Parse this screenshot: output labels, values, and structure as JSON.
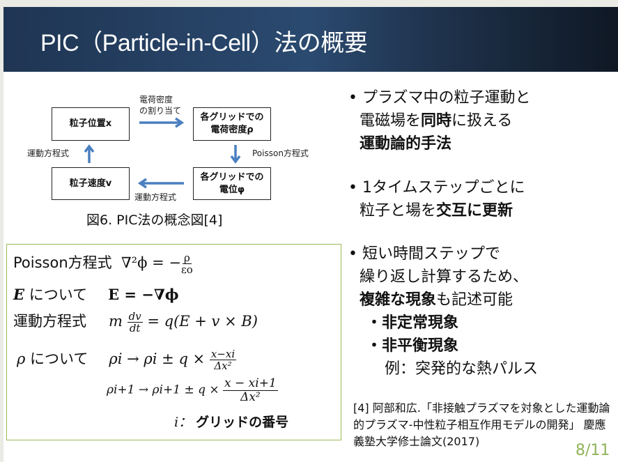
{
  "title": "PIC（Particle-in-Cell）法の概要",
  "diagram": {
    "box_position": "粒子位置x",
    "box_density_1": "各グリッドでの",
    "box_density_2": "電荷密度ρ",
    "box_velocity": "粒子速度v",
    "box_potential_1": "各グリッドでの",
    "box_potential_2": "電位φ",
    "label_assign_1": "電荷密度",
    "label_assign_2": "の割り当て",
    "label_poisson": "Poisson方程式",
    "label_motion_left": "運動方程式",
    "label_motion_bottom": "運動方程式",
    "caption": "図6. PIC法の概念図[4]",
    "arrow_color": "#4a7fc0"
  },
  "formulas": {
    "poisson_label": "Poisson方程式",
    "poisson_eq": "∇²ϕ = −",
    "poisson_num": "ρ",
    "poisson_den": "εo",
    "e_label_sym": "E",
    "e_label": "について",
    "e_eq": "E = −∇ϕ",
    "motion_label": "運動方程式",
    "motion_m": "m",
    "motion_num": "dv",
    "motion_den": "dt",
    "motion_rhs": "= q(E + v × B)",
    "rho_label_sym": "ρ",
    "rho_label": "について",
    "rho_i_eq": "ρi → ρi ± q ×",
    "rho_i_num": "x−xi",
    "rho_i_den": "Δx²",
    "rho_i1_eq": "ρi+1 → ρi+1 ± q ×",
    "rho_i1_num": "x − xi+1",
    "rho_i1_den": "Δx²",
    "index_sym": "i：",
    "index_note": "グリッドの番号"
  },
  "bullets": {
    "b1_l1": "プラズマ中の粒子運動と",
    "b1_l2_a": "電磁場を",
    "b1_l2_b": "同時",
    "b1_l2_c": "に扱える",
    "b1_l3": "運動論的手法",
    "b2_l1": "1タイムステップごとに",
    "b2_l2_a": "粒子と場を",
    "b2_l2_b": "交互に更新",
    "b3_l1": "短い時間ステップで",
    "b3_l2": "繰り返し計算するため、",
    "b3_l3_a": "複雑な現象",
    "b3_l3_b": "も記述可能",
    "sub1": "・非定常現象",
    "sub2": "・非平衡現象",
    "example": "例：突発的な熱パルス"
  },
  "reference": "[4] 阿部和広.「非接触プラズマを対象とした運動論的プラズマ-中性粒子相互作用モデルの開発」 慶應義塾大学修士論文(2017)",
  "page_number": "8/11",
  "colors": {
    "header": "#2b4a70",
    "formula_border": "#9bbb59",
    "page_number": "#8fb35a"
  }
}
